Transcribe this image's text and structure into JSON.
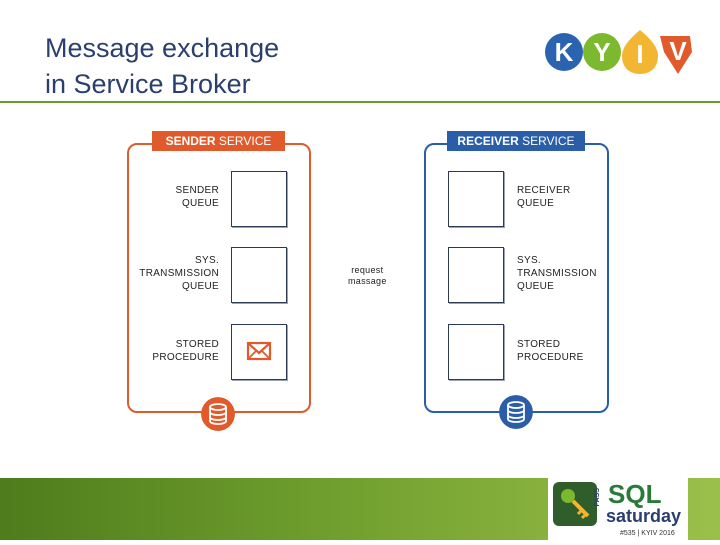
{
  "slide": {
    "title_line1": "Message exchange",
    "title_line2": "in Service Broker",
    "logo_text": "KYIV"
  },
  "sender": {
    "label_bold": "SENDER",
    "label_rest": " SERVICE",
    "color": "#e05a2b",
    "queue_label": [
      "SENDER",
      "QUEUE"
    ],
    "transmission_label": [
      "SYS.",
      "TRANSMISSION",
      "QUEUE"
    ],
    "procedure_label": [
      "STORED",
      "PROCEDURE"
    ]
  },
  "receiver": {
    "label_bold": "RECEIVER",
    "label_rest": " SERVICE",
    "color": "#2a5ea8",
    "queue_label": [
      "RECEIVER",
      "QUEUE"
    ],
    "transmission_label": [
      "SYS.",
      "TRANSMISSION",
      "QUEUE"
    ],
    "procedure_label": [
      "STORED",
      "PROCEDURE"
    ]
  },
  "message": {
    "label_line1": "request",
    "label_line2": "massage"
  },
  "badge": {
    "pass": "PASS",
    "sql": "SQL",
    "saturday": "saturday",
    "caption": "#535 | KYIV 2016"
  },
  "colors": {
    "title": "#2b3f6e",
    "accent_green": "#6b9a2c"
  }
}
